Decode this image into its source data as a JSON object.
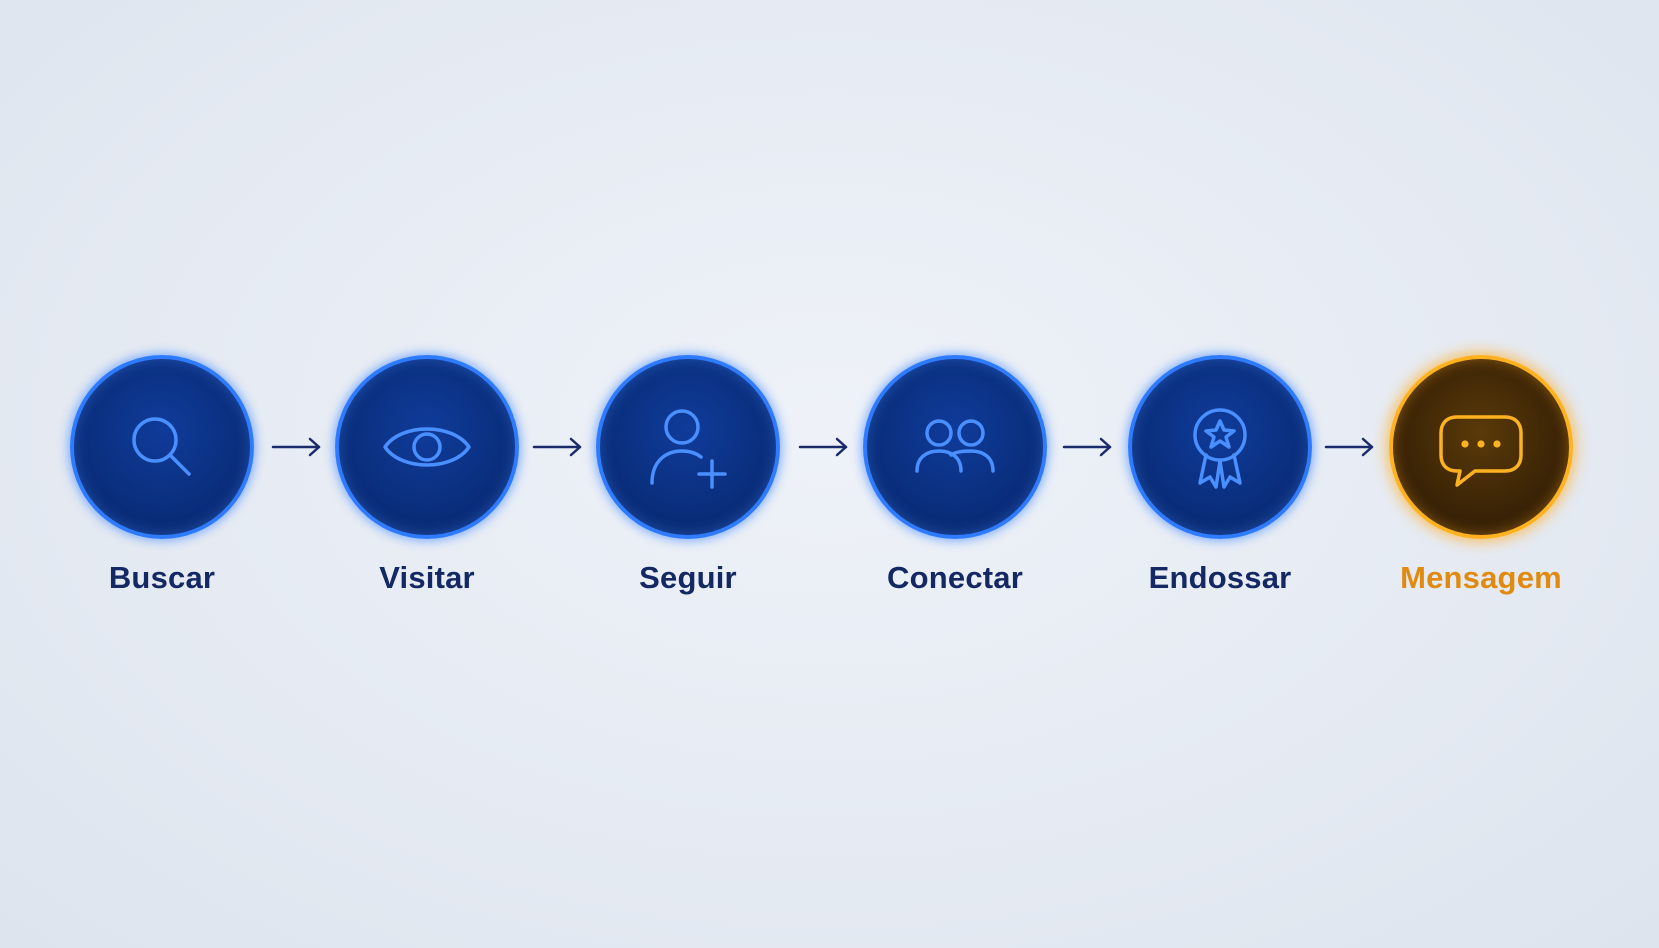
{
  "steps": [
    {
      "label": "Buscar",
      "icon": "search-icon",
      "active": false
    },
    {
      "label": "Visitar",
      "icon": "eye-icon",
      "active": false
    },
    {
      "label": "Seguir",
      "icon": "user-plus-icon",
      "active": false
    },
    {
      "label": "Conectar",
      "icon": "users-icon",
      "active": false
    },
    {
      "label": "Endossar",
      "icon": "award-star-icon",
      "active": false
    },
    {
      "label": "Mensagem",
      "icon": "chat-bubble-icon",
      "active": true
    }
  ],
  "colors": {
    "background": "#e6ebf3",
    "node_fill": "#0a2f7e",
    "node_ring": "#2f7bff",
    "node_icon": "#4a8fff",
    "label": "#142864",
    "arrow": "#1b2a6b",
    "active_ring": "#ffb21f",
    "active_fill": "#3a2306",
    "active_label": "#e08a10"
  }
}
